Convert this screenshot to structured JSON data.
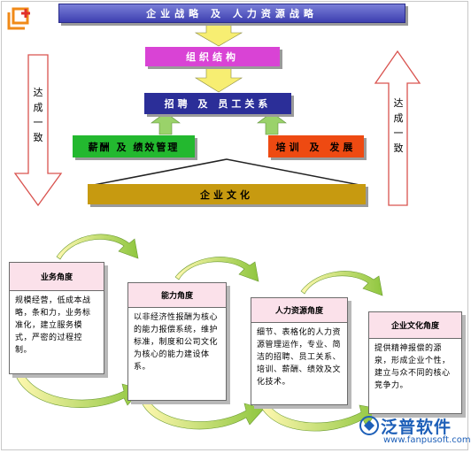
{
  "diagram": {
    "top": {
      "strategy": "企业战略 及 人力资源战略",
      "organization": "组织结构",
      "recruitment": "招聘 及 员工关系",
      "compensation": "薪酬 及 绩效管理",
      "training": "培训 及 发展",
      "culture": "企业文化",
      "left_arrow_label": "达成一致",
      "right_arrow_label": "达成一致"
    },
    "cards": [
      {
        "title": "业务角度",
        "body": "规模经营，低成本战略，条和力，业务标准化，建立服务模式，严密的过程控制。"
      },
      {
        "title": "能力角度",
        "body": "以非经济性报酬为核心的能力报偿系统，维护标准，制度和公司文化为核心的能力建设体系。"
      },
      {
        "title": "人力资源角度",
        "body": "细节、表格化的人力资源管理运作，专业、简洁的招聘、员工关系、培训、薪酬、绩效及文化技术。"
      },
      {
        "title": "企业文化角度",
        "body": "提供精神报偿的源泉，形成企业个性，建立与众不同的核心竞争力。"
      }
    ],
    "colors": {
      "strategy": "#3d3fb0",
      "organization": "#d943d5",
      "recruitment": "#2b2e98",
      "compensation": "#23b82f",
      "training": "#ee4a12",
      "culture": "#c79a10",
      "flow_arrow": "#8ec63f",
      "down_arrow": "#f5e97a",
      "side_arrow": "#d9534f"
    }
  },
  "watermark": {
    "brand": "泛普软件",
    "url": "www.fanpusoft.com"
  }
}
